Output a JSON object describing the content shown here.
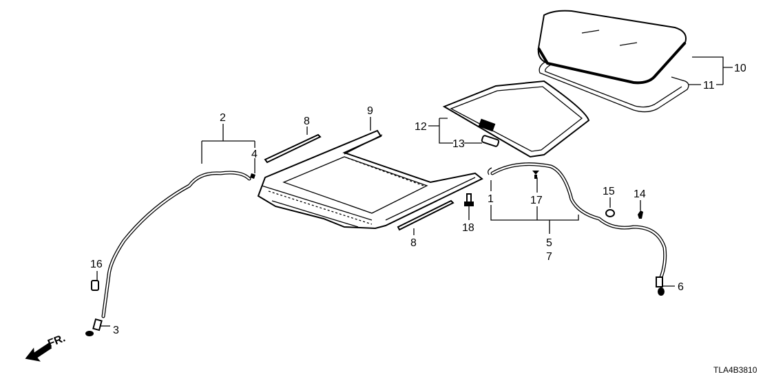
{
  "diagram": {
    "labels": {
      "p1": "1",
      "p2": "2",
      "p3": "3",
      "p4": "4",
      "p5": "5",
      "p6": "6",
      "p7": "7",
      "p8a": "8",
      "p8b": "8",
      "p9": "9",
      "p10": "10",
      "p11": "11",
      "p12": "12",
      "p13": "13",
      "p14": "14",
      "p15": "15",
      "p16": "16",
      "p17": "17",
      "p18": "18"
    },
    "front_marker": "FR.",
    "diagram_code": "TLA4B3810"
  }
}
